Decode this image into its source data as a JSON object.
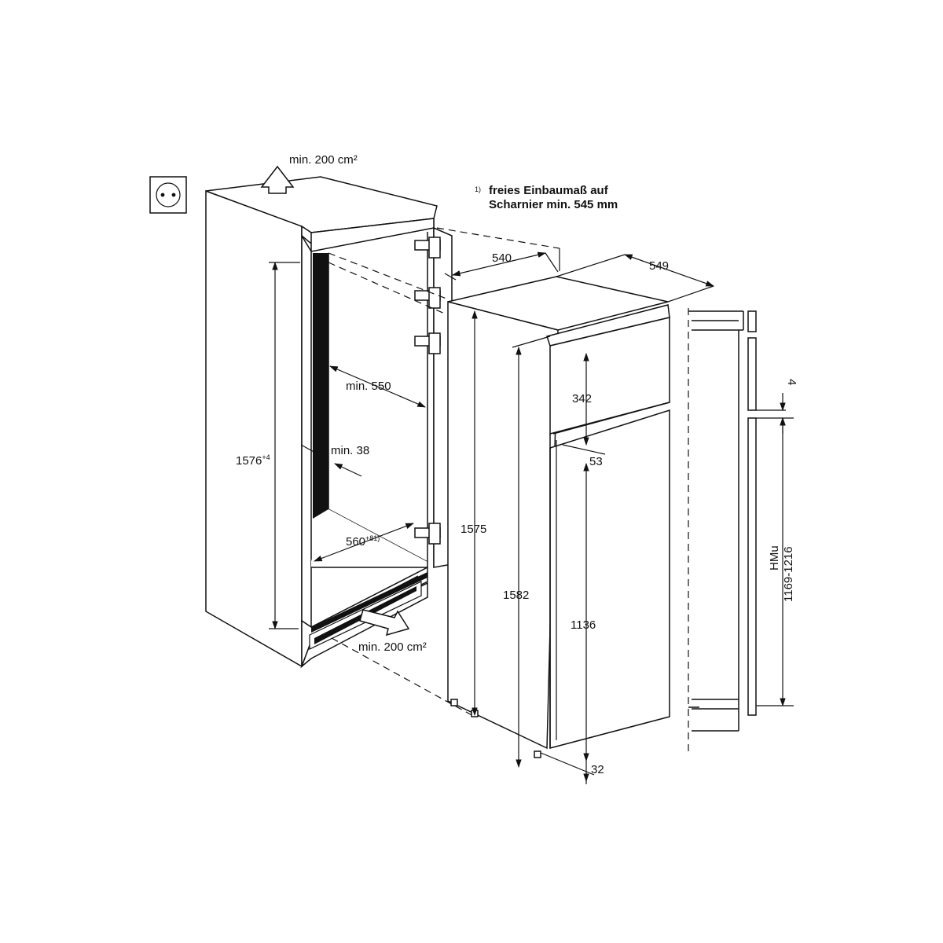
{
  "note": {
    "marker": "1)",
    "line1": "freies Einbaumaß auf",
    "line2": "Scharnier min. 545 mm"
  },
  "ventilation": {
    "top": "min. 200 cm²",
    "bottom": "min. 200 cm²"
  },
  "niche": {
    "height": "1576",
    "height_tolerance": "+4",
    "depth": "min. 550",
    "side_gap": "min. 38",
    "width": "560",
    "width_tolerance": "+8",
    "width_note": "1)"
  },
  "appliance": {
    "depth_door": "540",
    "depth_total": "549",
    "body_height": "1575",
    "total_height": "1582",
    "freezer_door": "342",
    "door_gap": "53",
    "fridge_door": "1136",
    "bottom_offset": "32"
  },
  "side_view": {
    "gap": "4",
    "hmu_label": "HMu",
    "hmu_range": "1169-1216"
  },
  "icons": [
    "power-socket-icon",
    "airflow-arrow-icon"
  ]
}
